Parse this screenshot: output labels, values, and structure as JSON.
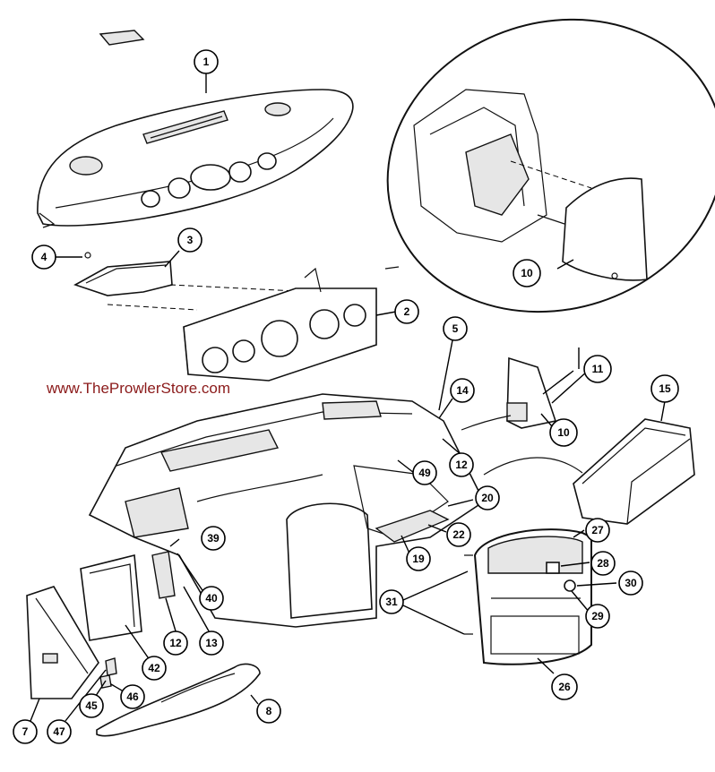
{
  "watermark": "www.TheProwlerStore.com",
  "callouts": [
    {
      "id": "c1",
      "label": "1"
    },
    {
      "id": "c2",
      "label": "2"
    },
    {
      "id": "c3",
      "label": "3"
    },
    {
      "id": "c4",
      "label": "4"
    },
    {
      "id": "c5",
      "label": "5"
    },
    {
      "id": "c7",
      "label": "7"
    },
    {
      "id": "c8",
      "label": "8"
    },
    {
      "id": "c10a",
      "label": "10"
    },
    {
      "id": "c10b",
      "label": "10"
    },
    {
      "id": "c11",
      "label": "11"
    },
    {
      "id": "c12a",
      "label": "12"
    },
    {
      "id": "c12b",
      "label": "12"
    },
    {
      "id": "c13",
      "label": "13"
    },
    {
      "id": "c14",
      "label": "14"
    },
    {
      "id": "c15",
      "label": "15"
    },
    {
      "id": "c19",
      "label": "19"
    },
    {
      "id": "c20",
      "label": "20"
    },
    {
      "id": "c22",
      "label": "22"
    },
    {
      "id": "c26",
      "label": "26"
    },
    {
      "id": "c27",
      "label": "27"
    },
    {
      "id": "c28",
      "label": "28"
    },
    {
      "id": "c29",
      "label": "29"
    },
    {
      "id": "c30",
      "label": "30"
    },
    {
      "id": "c31",
      "label": "31"
    },
    {
      "id": "c39",
      "label": "39"
    },
    {
      "id": "c40",
      "label": "40"
    },
    {
      "id": "c42",
      "label": "42"
    },
    {
      "id": "c45",
      "label": "45"
    },
    {
      "id": "c46",
      "label": "46"
    },
    {
      "id": "c47",
      "label": "47"
    },
    {
      "id": "c49",
      "label": "49"
    }
  ]
}
